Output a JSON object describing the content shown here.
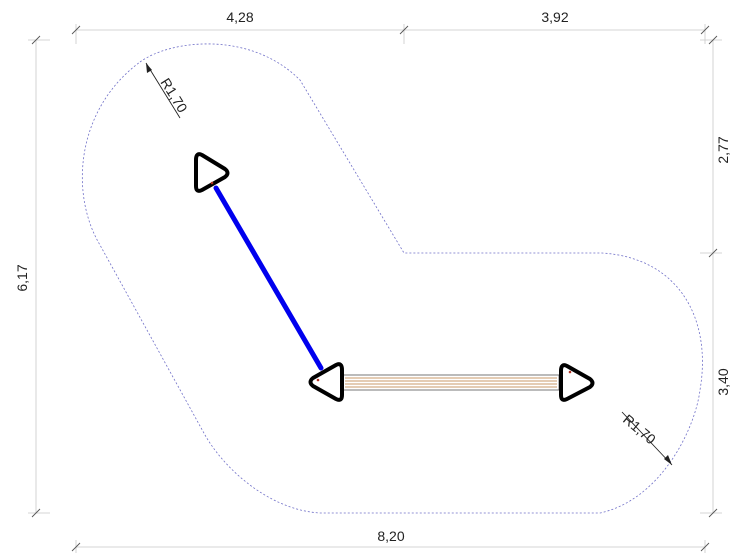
{
  "dimensions": {
    "top_left": "4,28",
    "top_right": "3,92",
    "bottom": "8,20",
    "left": "6,17",
    "right_upper": "2,77",
    "right_lower": "3,40",
    "radius_top_left": "R1,70",
    "radius_bottom_right": "R1,70"
  },
  "colors": {
    "safety_zone_outline": "#7070c8",
    "rope": "#0000ee",
    "ladder_rail": "#c89a6a",
    "post_outline": "#000000",
    "post_inner": "#b03020"
  },
  "elements": {
    "posts": [
      "post",
      "post",
      "post"
    ],
    "connections": [
      "rope",
      "ladder-bridge"
    ]
  }
}
